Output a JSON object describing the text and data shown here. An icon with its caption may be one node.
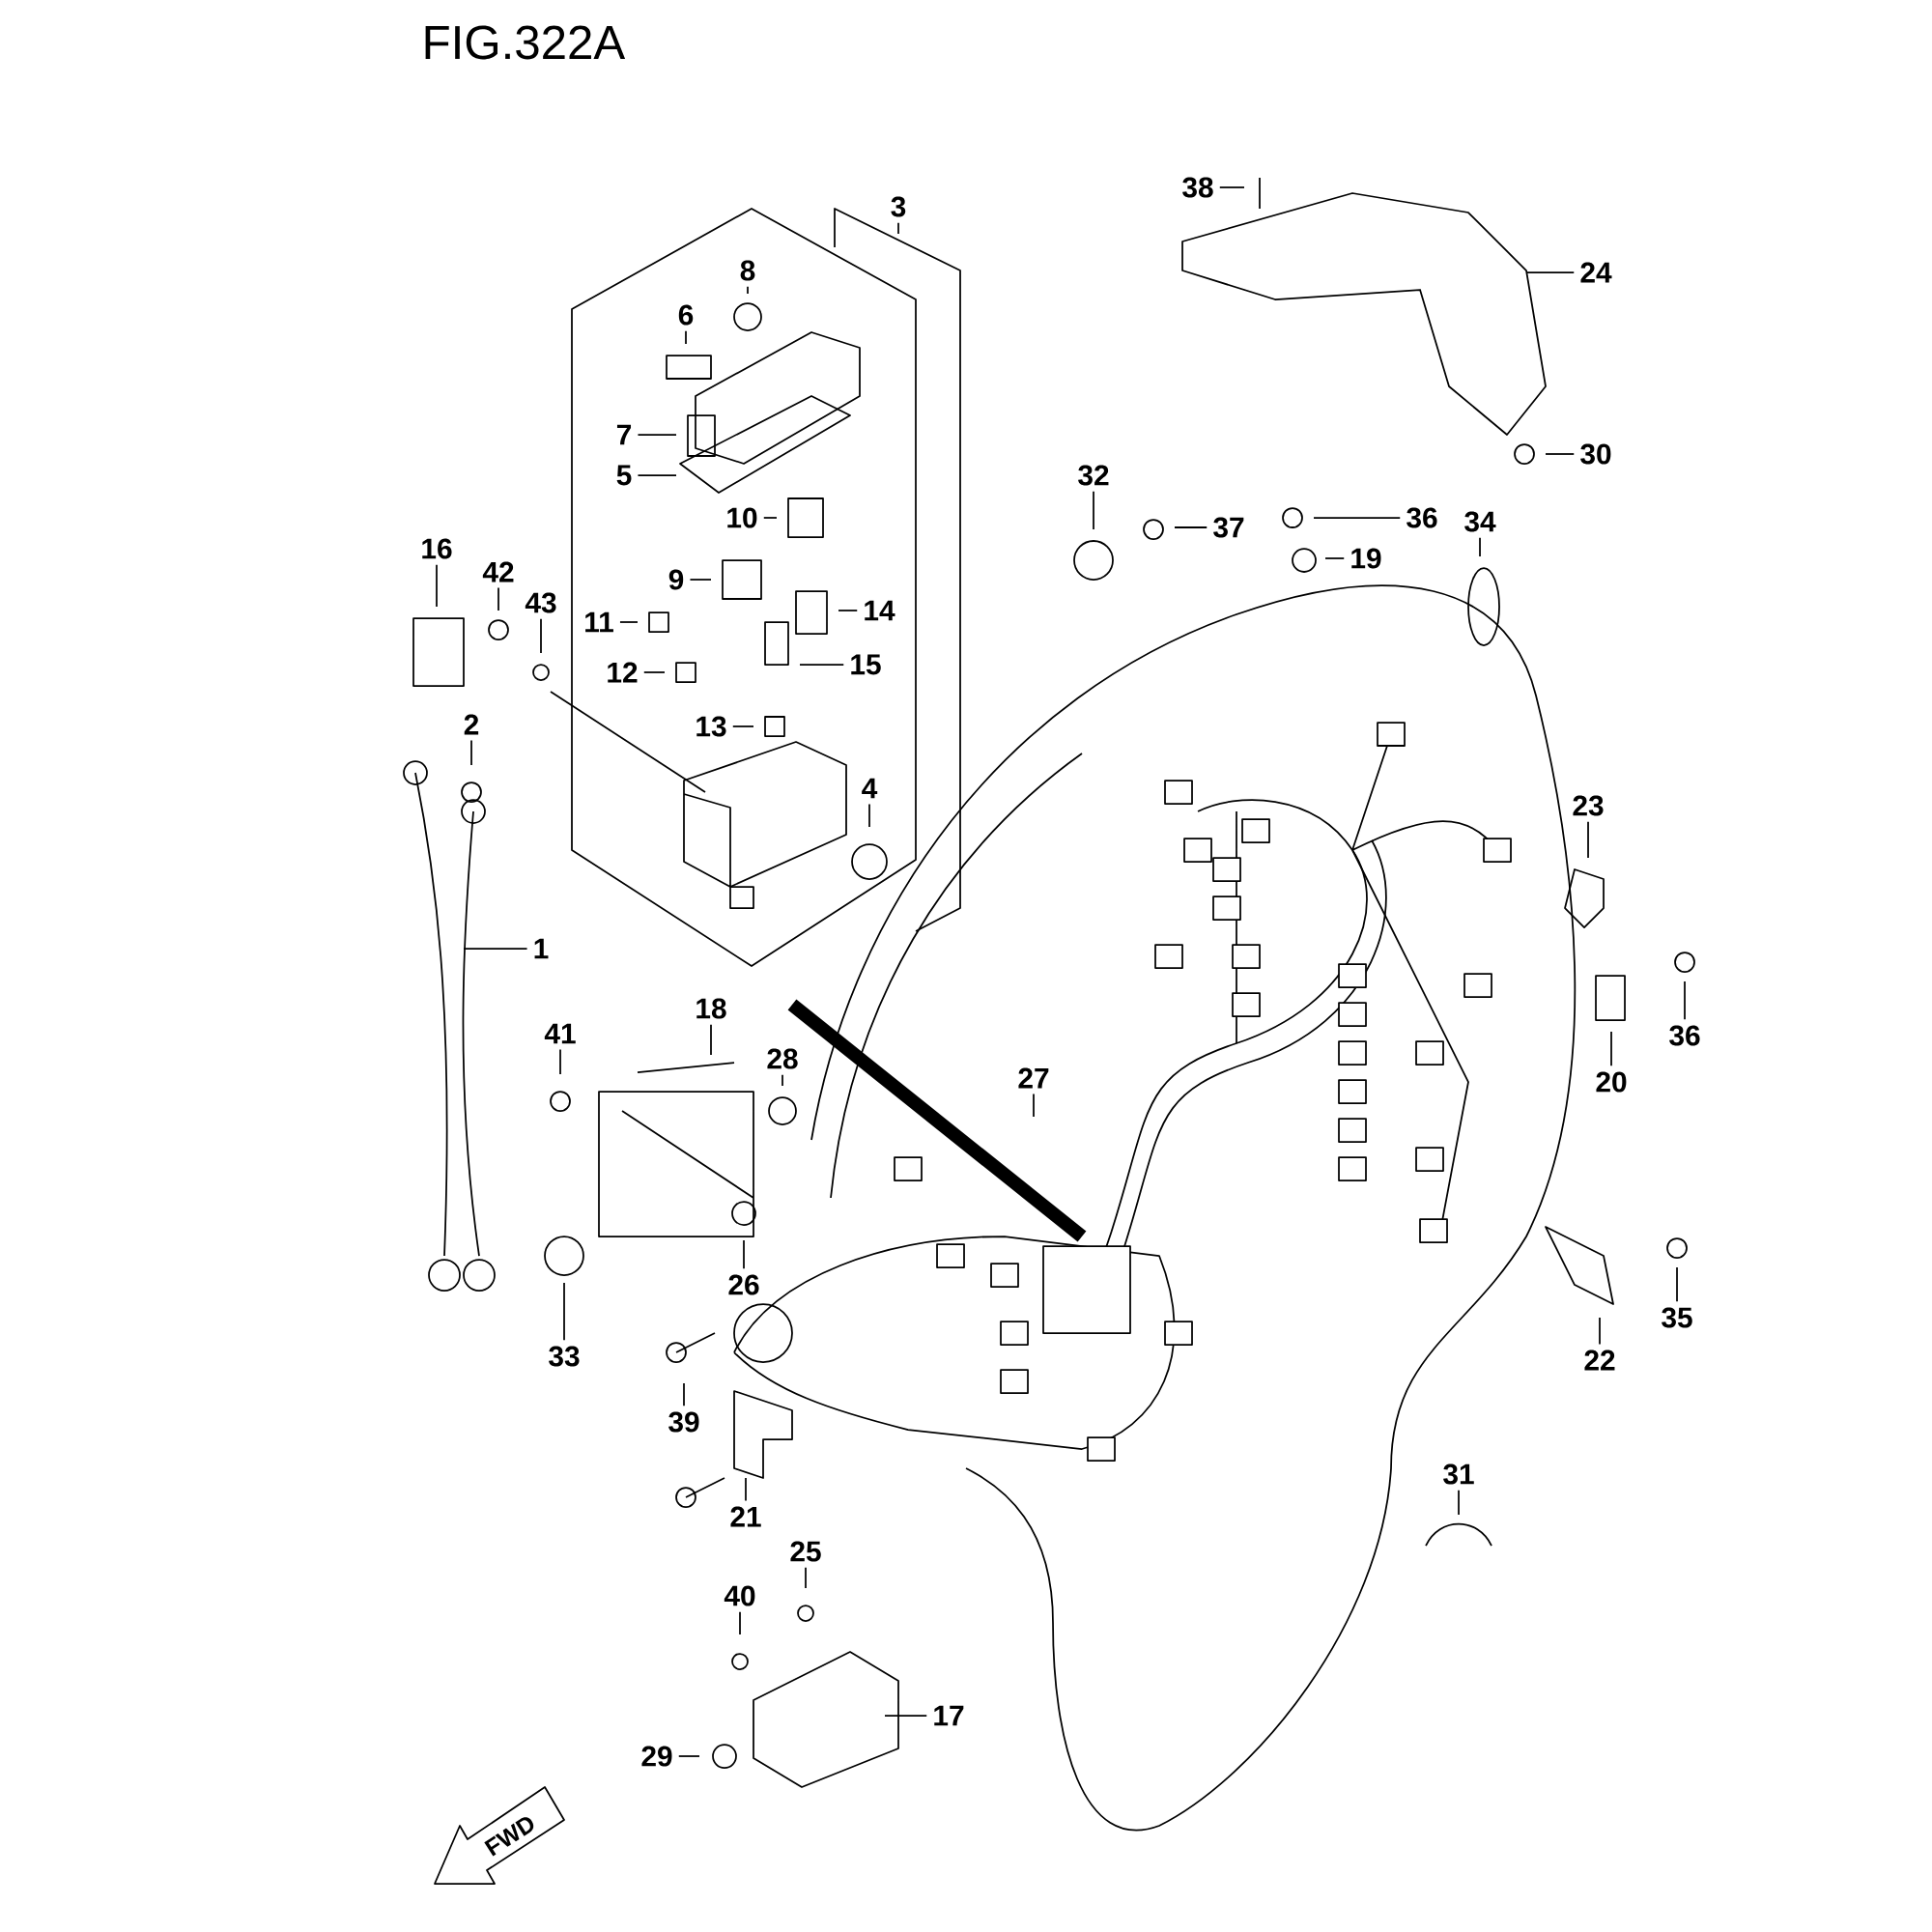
{
  "diagram": {
    "title": "FIG.322A",
    "nodes": [
      {
        "text": [
          "1"
        ]
      },
      {
        "text": [
          "2"
        ]
      },
      {
        "text": [
          "3"
        ]
      },
      {
        "text": [
          "4"
        ]
      },
      {
        "text": [
          "5"
        ]
      },
      {
        "text": [
          "6"
        ]
      },
      {
        "text": [
          "7"
        ]
      },
      {
        "text": [
          "8"
        ]
      },
      {
        "text": [
          "9"
        ]
      },
      {
        "text": [
          "10"
        ]
      },
      {
        "text": [
          "11"
        ]
      },
      {
        "text": [
          "12"
        ]
      },
      {
        "text": [
          "13"
        ]
      },
      {
        "text": [
          "14"
        ]
      },
      {
        "text": [
          "15"
        ]
      },
      {
        "text": [
          "16"
        ]
      },
      {
        "text": [
          "17"
        ]
      },
      {
        "text": [
          "18"
        ]
      },
      {
        "text": [
          "19"
        ]
      },
      {
        "text": [
          "20"
        ]
      },
      {
        "text": [
          "21"
        ]
      },
      {
        "text": [
          "22"
        ]
      },
      {
        "text": [
          "23"
        ]
      },
      {
        "text": [
          "24"
        ]
      },
      {
        "text": [
          "25"
        ]
      },
      {
        "text": [
          "26"
        ]
      },
      {
        "text": [
          "27"
        ]
      },
      {
        "text": [
          "28"
        ]
      },
      {
        "text": [
          "29"
        ]
      },
      {
        "text": [
          "30"
        ]
      },
      {
        "text": [
          "31"
        ]
      },
      {
        "text": [
          "32"
        ]
      },
      {
        "text": [
          "33"
        ]
      },
      {
        "text": [
          "34"
        ]
      },
      {
        "text": [
          "35"
        ]
      },
      {
        "text": [
          "36"
        ]
      },
      {
        "text": [
          "36"
        ]
      },
      {
        "text": [
          "37"
        ]
      },
      {
        "text": [
          "38"
        ]
      },
      {
        "text": [
          "39"
        ]
      },
      {
        "text": [
          "40"
        ]
      },
      {
        "text": [
          "41"
        ]
      },
      {
        "text": [
          "42"
        ]
      },
      {
        "text": [
          "43"
        ]
      }
    ],
    "edges": [
      {
        "from": 0,
        "to": null,
        "arrow": "none"
      },
      {
        "from": 1,
        "to": null,
        "arrow": "none"
      },
      {
        "from": 2,
        "to": null,
        "arrow": "none"
      },
      {
        "from": 3,
        "to": null,
        "arrow": "none"
      },
      {
        "from": 4,
        "to": null,
        "arrow": "none"
      },
      {
        "from": 5,
        "to": null,
        "arrow": "none"
      },
      {
        "from": 6,
        "to": null,
        "arrow": "none"
      },
      {
        "from": 7,
        "to": null,
        "arrow": "none"
      },
      {
        "from": 8,
        "to": null,
        "arrow": "none"
      },
      {
        "from": 9,
        "to": null,
        "arrow": "none"
      },
      {
        "from": 10,
        "to": null,
        "arrow": "none"
      },
      {
        "from": 11,
        "to": null,
        "arrow": "none"
      },
      {
        "from": 12,
        "to": null,
        "arrow": "none"
      },
      {
        "from": 13,
        "to": null,
        "arrow": "none"
      },
      {
        "from": 14,
        "to": null,
        "arrow": "none"
      },
      {
        "from": 15,
        "to": null,
        "arrow": "none"
      },
      {
        "from": 16,
        "to": null,
        "arrow": "none"
      },
      {
        "from": 17,
        "to": null,
        "arrow": "none"
      },
      {
        "from": 18,
        "to": null,
        "arrow": "none"
      },
      {
        "from": 19,
        "to": null,
        "arrow": "none"
      },
      {
        "from": 20,
        "to": null,
        "arrow": "none"
      },
      {
        "from": 21,
        "to": null,
        "arrow": "none"
      },
      {
        "from": 22,
        "to": null,
        "arrow": "none"
      },
      {
        "from": 23,
        "to": null,
        "arrow": "none"
      },
      {
        "from": 24,
        "to": null,
        "arrow": "none"
      },
      {
        "from": 25,
        "to": null,
        "arrow": "none"
      },
      {
        "from": 26,
        "to": null,
        "arrow": "none"
      },
      {
        "from": 27,
        "to": null,
        "arrow": "none"
      },
      {
        "from": 28,
        "to": null,
        "arrow": "none"
      },
      {
        "from": 29,
        "to": null,
        "arrow": "none"
      },
      {
        "from": 30,
        "to": null,
        "arrow": "none"
      },
      {
        "from": 31,
        "to": null,
        "arrow": "none"
      },
      {
        "from": 32,
        "to": null,
        "arrow": "none"
      },
      {
        "from": 33,
        "to": null,
        "arrow": "none"
      },
      {
        "from": 34,
        "to": null,
        "arrow": "none"
      },
      {
        "from": 35,
        "to": null,
        "arrow": "none"
      },
      {
        "from": 36,
        "to": null,
        "arrow": "none"
      },
      {
        "from": 37,
        "to": null,
        "arrow": "none"
      },
      {
        "from": 38,
        "to": null,
        "arrow": "none"
      },
      {
        "from": 39,
        "to": null,
        "arrow": "none"
      },
      {
        "from": 40,
        "to": null,
        "arrow": "none"
      },
      {
        "from": 41,
        "to": null,
        "arrow": "none"
      },
      {
        "from": 42,
        "to": null,
        "arrow": "none"
      },
      {
        "from": 43,
        "to": null,
        "arrow": "none"
      }
    ],
    "labels": [
      "FWD"
    ]
  }
}
